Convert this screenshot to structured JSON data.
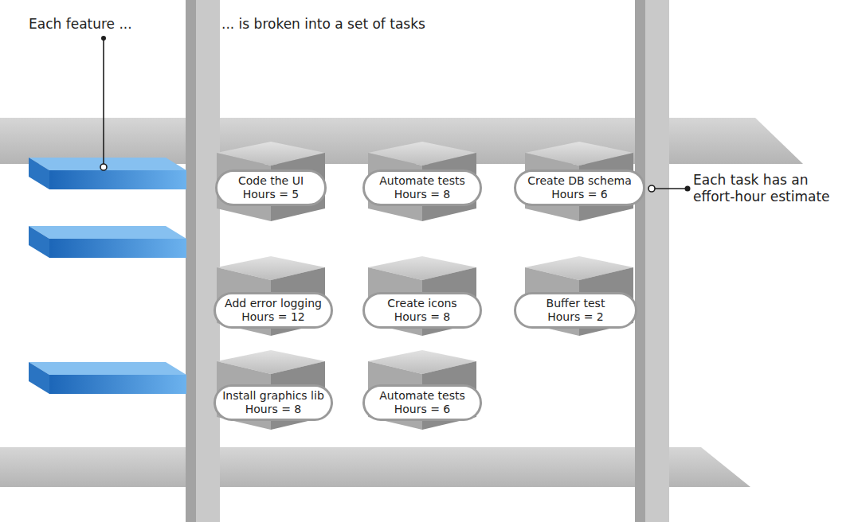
{
  "diagram": {
    "nodes": [
      {
        "text": [
          "Code the UI",
          "Hours = 5"
        ]
      },
      {
        "text": [
          "Automate tests",
          "Hours = 8"
        ]
      },
      {
        "text": [
          "Create DB schema",
          "Hours = 6"
        ]
      },
      {
        "text": [
          "Add error logging",
          "Hours = 12"
        ]
      },
      {
        "text": [
          "Create icons",
          "Hours = 8"
        ]
      },
      {
        "text": [
          "Buffer test",
          "Hours = 2"
        ]
      },
      {
        "text": [
          "Install graphics lib",
          "Hours = 8"
        ]
      },
      {
        "text": [
          "Automate tests",
          "Hours = 6"
        ]
      }
    ],
    "labels": [
      "Each feature ...",
      "... is broken into a set of tasks",
      "Each task has an effort-hour estimate"
    ]
  }
}
